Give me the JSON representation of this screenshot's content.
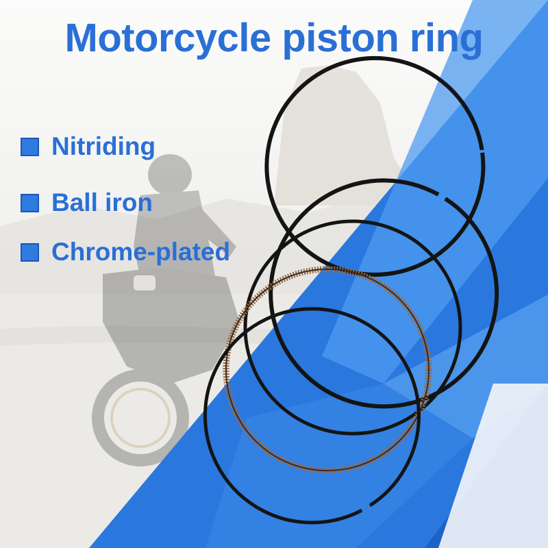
{
  "title": "Motorcycle piston ring",
  "features": [
    {
      "label": "Nitriding"
    },
    {
      "label": "Ball iron"
    },
    {
      "label": "Chrome-plated"
    }
  ],
  "colors": {
    "title": "#2a6fd6",
    "feature_text": "#2a6fd6",
    "bullet": "#2f7be0",
    "blue_light": "#4d9bef",
    "blue_mid": "#2a78de",
    "blue_dark": "#1c62c8",
    "ring_black": "#141414",
    "ring_copper": "#9a6a44"
  },
  "icons": [
    "square-bullet-icon"
  ]
}
